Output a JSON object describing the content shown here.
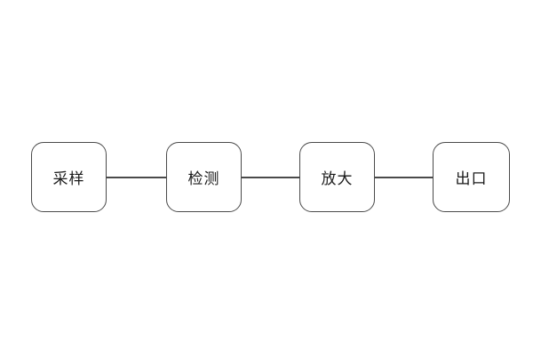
{
  "diagram": {
    "type": "flowchart",
    "direction": "horizontal",
    "nodes": [
      {
        "id": "sampling",
        "label": "采样"
      },
      {
        "id": "detection",
        "label": "检测"
      },
      {
        "id": "amplification",
        "label": "放大"
      },
      {
        "id": "output",
        "label": "出口"
      }
    ],
    "edges": [
      {
        "from": "sampling",
        "to": "detection",
        "style": "plain-line"
      },
      {
        "from": "detection",
        "to": "amplification",
        "style": "plain-line"
      },
      {
        "from": "amplification",
        "to": "output",
        "style": "plain-line"
      }
    ],
    "colors": {
      "background": "#ffffff",
      "node_border": "#4a4a4a",
      "connector": "#4a4a4a",
      "text": "#1a1a1a"
    }
  }
}
